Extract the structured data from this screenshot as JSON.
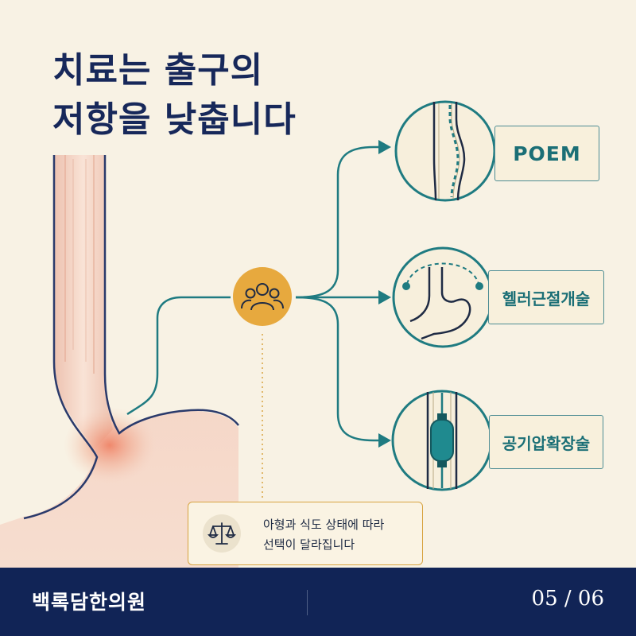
{
  "title": {
    "line1": "치료는 출구의",
    "line2": "저항을 낮춥니다"
  },
  "center_icon": {
    "name": "people-group-icon",
    "color": "#e7a93e"
  },
  "treatments": [
    {
      "label": "POEM",
      "icon": "esophagus-myotomy-icon"
    },
    {
      "label": "헬러근절개술",
      "icon": "stomach-icon"
    },
    {
      "label": "공기압확장술",
      "icon": "balloon-dilation-icon"
    }
  ],
  "note": {
    "icon": "balance-scale-icon",
    "line1": "아형과 식도 상태에 따라",
    "line2": "선택이 달라집니다"
  },
  "footer": {
    "brand": "백록담한의원",
    "page": "05 / 06"
  },
  "colors": {
    "navy": "#112456",
    "teal": "#1e7a80",
    "amber": "#e7a93e",
    "background": "#f8f2e4"
  }
}
